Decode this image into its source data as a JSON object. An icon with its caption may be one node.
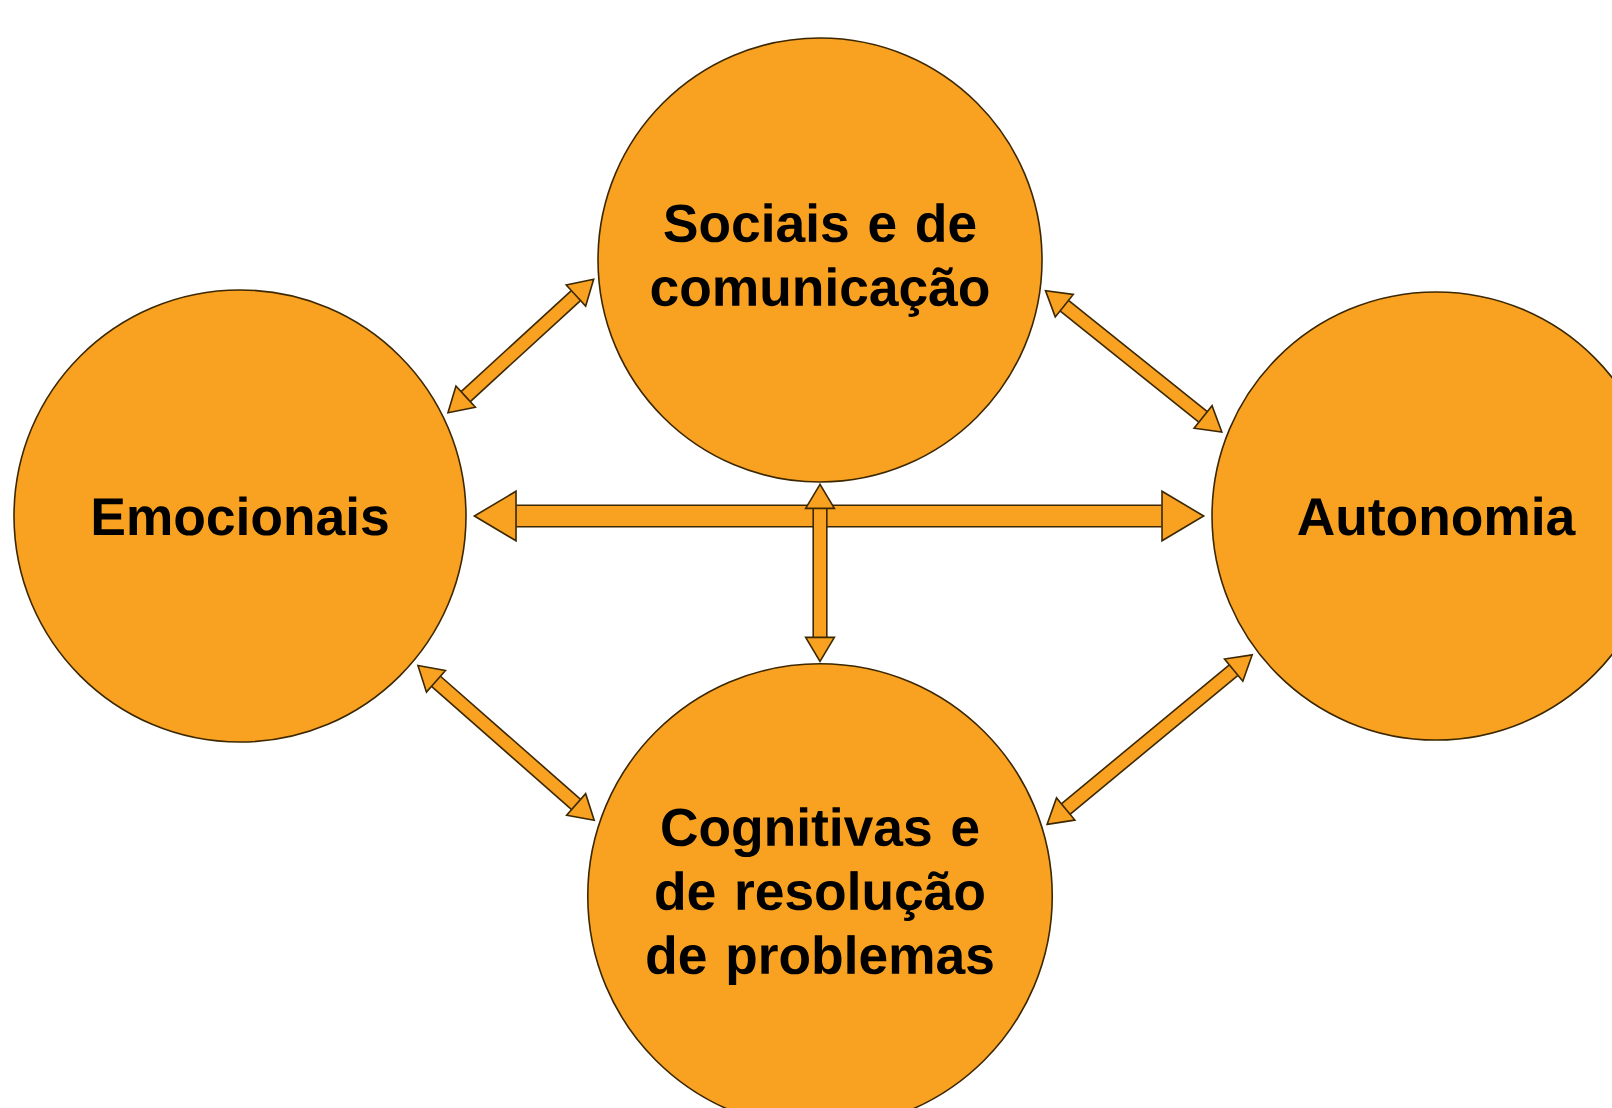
{
  "diagram": {
    "nodes": [
      {
        "text": [
          "Sociais e de comunicação"
        ]
      },
      {
        "text": [
          "Emocionais"
        ]
      },
      {
        "text": [
          "Autonomia"
        ]
      },
      {
        "text": [
          "Cognitivas e de resolução de problemas"
        ]
      }
    ],
    "edges": [
      {
        "from": 1,
        "to": 0,
        "arrow": "both"
      },
      {
        "from": 0,
        "to": 2,
        "arrow": "both"
      },
      {
        "from": 1,
        "to": 3,
        "arrow": "both"
      },
      {
        "from": 3,
        "to": 2,
        "arrow": "both"
      },
      {
        "from": 1,
        "to": 2,
        "arrow": "both"
      },
      {
        "from": 0,
        "to": 3,
        "arrow": "both"
      }
    ]
  }
}
